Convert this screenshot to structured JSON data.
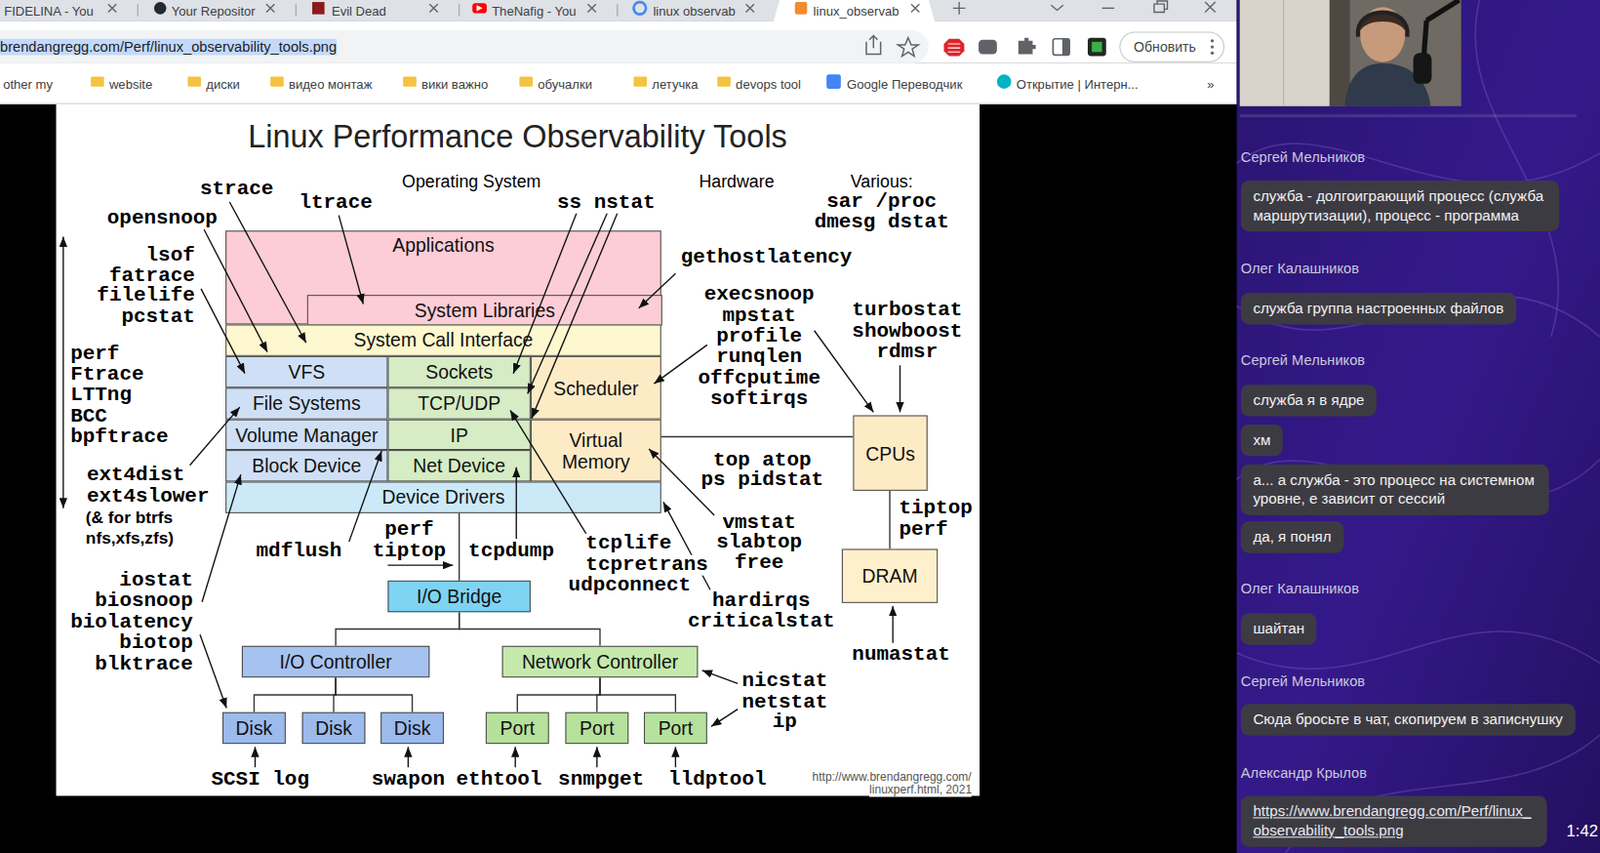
{
  "diagram": {
    "title": "Linux Performance Observability Tools",
    "nodes": [
      {
        "text": [
          "brendangregg.com/Perf/linux_observability_tools.png"
        ]
      },
      {
        "text": [
          "Обновить"
        ]
      },
      {
        "text": [
          "Applications"
        ]
      },
      {
        "text": [
          "System Libraries"
        ],
        "in": 2
      },
      {
        "text": [
          "System Call Interface"
        ]
      },
      {
        "text": [
          "VFS"
        ]
      },
      {
        "text": [
          "Sockets"
        ]
      },
      {
        "text": [
          "Scheduler"
        ]
      },
      {
        "text": [
          "File Systems"
        ]
      },
      {
        "text": [
          "TCP/UDP"
        ]
      },
      {
        "text": [
          "Volume Manager"
        ]
      },
      {
        "text": [
          "IP"
        ]
      },
      {
        "text": [
          "Virtual Memory"
        ]
      },
      {
        "text": [
          "Block Device"
        ]
      },
      {
        "text": [
          "Net Device"
        ]
      },
      {
        "text": [
          "Device Drivers"
        ]
      },
      {
        "text": [
          "CPUs"
        ]
      },
      {
        "text": [
          "DRAM"
        ]
      },
      {
        "text": [
          "I/O Bridge"
        ]
      },
      {
        "text": [
          "I/O Controller"
        ]
      },
      {
        "text": [
          "Network Controller"
        ]
      },
      {
        "text": [
          "Disk"
        ]
      },
      {
        "text": [
          "Disk"
        ]
      },
      {
        "text": [
          "Disk"
        ]
      },
      {
        "text": [
          "Port"
        ]
      },
      {
        "text": [
          "Port"
        ]
      },
      {
        "text": [
          "Port"
        ]
      },
      {
        "text": [
          "служба - долгоиграющий процесс (служба маршрутизации), процесс - программа"
        ]
      },
      {
        "text": [
          "служба группа настроенных файлов"
        ]
      },
      {
        "text": [
          "служба я в ядре"
        ]
      },
      {
        "text": [
          "хм"
        ]
      },
      {
        "text": [
          "а... а служба - это процесс на системном уровне, е зависит от сессий"
        ]
      },
      {
        "text": [
          "да, я понял"
        ]
      },
      {
        "text": [
          "шайтан"
        ]
      },
      {
        "text": [
          "Сюда бросьте в чат, скопируем в записнушку"
        ]
      },
      {
        "text": [
          "https://www.brendangregg.com/Perf/linux_observability_tools.png"
        ]
      }
    ],
    "edges": [
      {
        "from": 15,
        "to": 18,
        "arrow": "none"
      },
      {
        "from": 18,
        "to": 19,
        "arrow": "none"
      },
      {
        "from": 18,
        "to": 20,
        "arrow": "none"
      },
      {
        "from": 19,
        "to": 21,
        "arrow": "none"
      },
      {
        "from": 19,
        "to": 22,
        "arrow": "none"
      },
      {
        "from": 19,
        "to": 23,
        "arrow": "none"
      },
      {
        "from": 20,
        "to": 24,
        "arrow": "none"
      },
      {
        "from": 20,
        "to": 25,
        "arrow": "none"
      },
      {
        "from": 20,
        "to": 26,
        "arrow": "none"
      },
      {
        "from": 12,
        "to": 16,
        "arrow": "none"
      },
      {
        "from": 16,
        "to": 17,
        "arrow": "none"
      }
    ],
    "labels": [
      "FIDELINA - You",
      "Your Repositor",
      "Evil Dead",
      "TheNafig - You",
      "linux observab",
      "linux_observab",
      "other my",
      "website",
      "диски",
      "видео монтаж",
      "вики важно",
      "обучалки",
      "летучка",
      "devops tool",
      "Google Переводчик",
      "Открытие | Интерн...",
      "»",
      "Operating System",
      "Hardware",
      "Various:",
      "strace",
      "ltrace",
      "ss nstat",
      "sar /proc",
      "dmesg dstat",
      "opensnoop",
      "lsof",
      "gethostlatency",
      "fatrace",
      "execsnoop",
      "filelife",
      "turbostat",
      "mpstat",
      "pcstat",
      "showboost",
      "profile",
      "rdmsr",
      "perf",
      "runqlen",
      "Ftrace",
      "offcputime",
      "LTTng",
      "softirqs",
      "BCC",
      "bpftrace",
      "top atop",
      "ext4dist",
      "ps pidstat",
      "ext4slower",
      "tiptop",
      "(& for btrfs",
      "vmstat",
      "perf",
      "perf",
      "nfs,xfs,zfs)",
      "slabtop",
      "tcplife",
      "mdflush",
      "tiptop",
      "tcpdump",
      "free",
      "tcpretrans",
      "iostat",
      "udpconnect",
      "biosnoop",
      "hardirqs",
      "biolatency",
      "criticalstat",
      "biotop",
      "numastat",
      "blktrace",
      "nicstat",
      "netstat",
      "ip",
      "http://www.brendangregg.com/",
      "SCSI log",
      "swapon",
      "ethtool",
      "snmpget",
      "lldptool",
      "linuxperf.html, 2021",
      "Сергей Мельников",
      "Олег Калашников",
      "Сергей Мельников",
      "Олег Калашников",
      "Сергей Мельников",
      "Александр Крылов",
      "1:42"
    ]
  }
}
